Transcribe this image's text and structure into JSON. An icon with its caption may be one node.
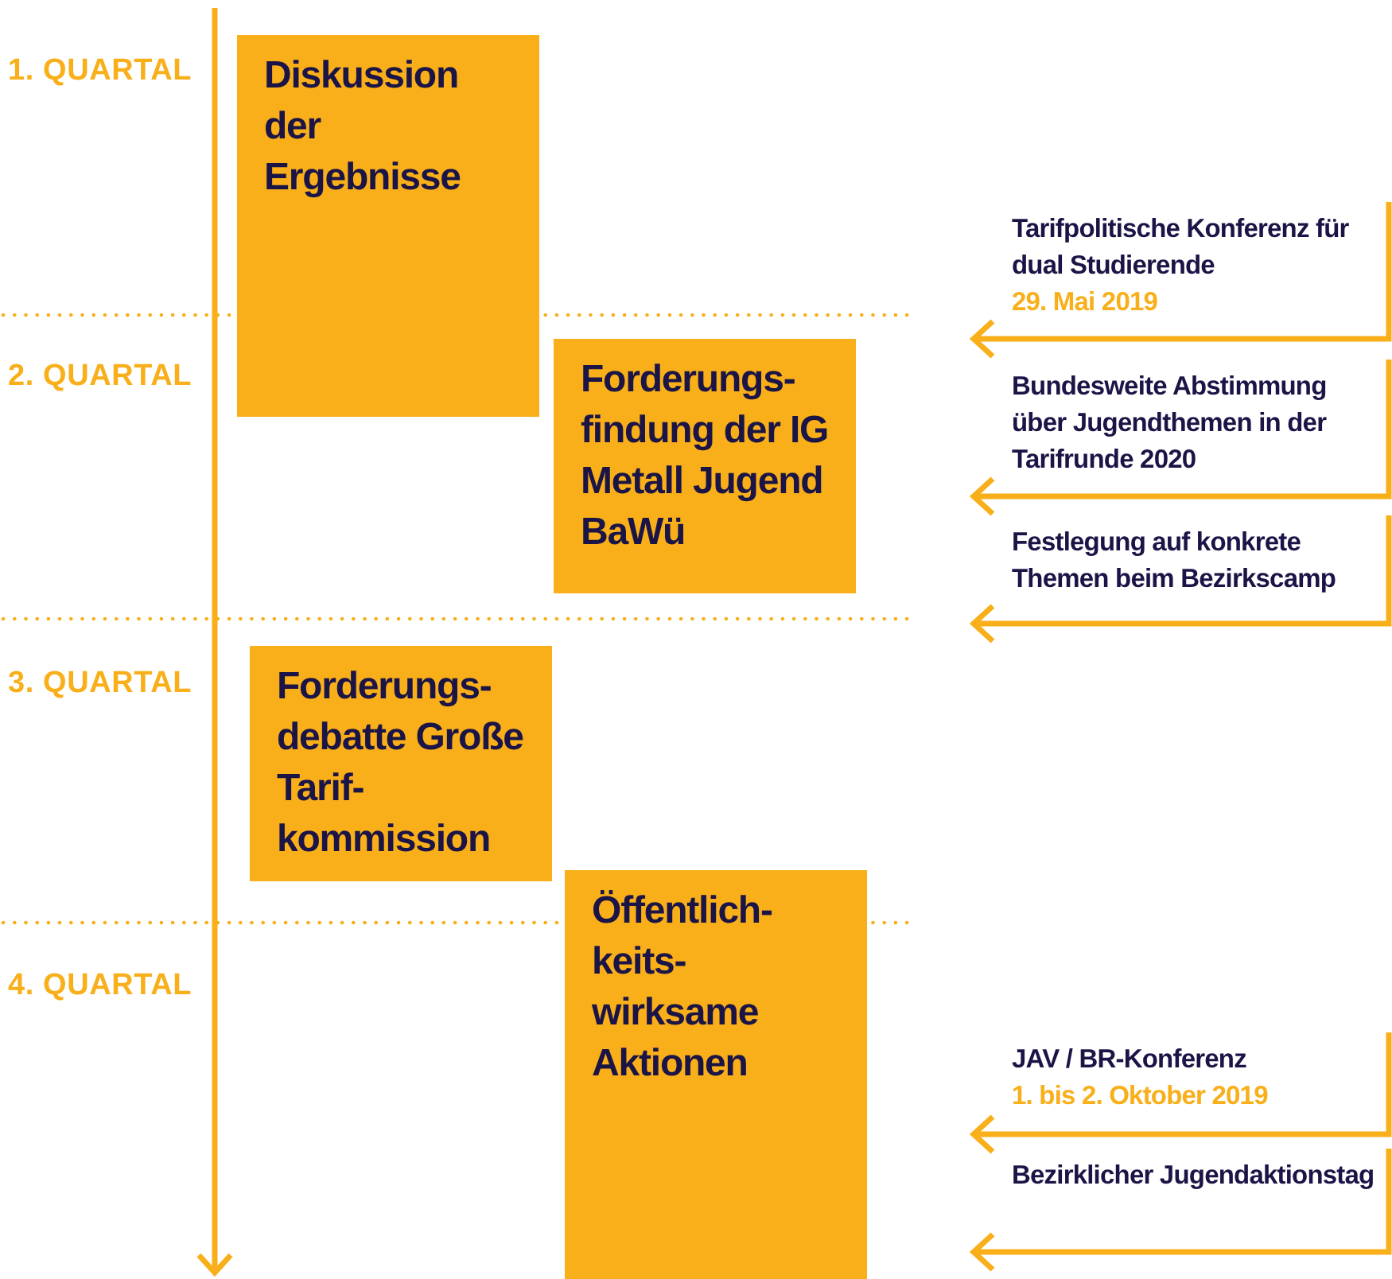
{
  "diagram": {
    "nodes": [
      {
        "text": [
          "Diskussion der Ergebnisse"
        ]
      },
      {
        "text": [
          "Forderungs-findung der IG Metall Jugend BaWü"
        ]
      },
      {
        "text": [
          "Forderungs-debatte Große Tarif-kommission"
        ]
      },
      {
        "text": [
          "Öffentlich-keits-wirksame Aktionen"
        ]
      },
      {
        "text": [
          "Tarifpolitische Konferenz für dual Studierende",
          "29. Mai 2019"
        ]
      },
      {
        "text": [
          "Bundesweite Abstimmung über Jugendthemen in der Tarifrunde 2020"
        ]
      },
      {
        "text": [
          "Festlegung auf konkrete Themen beim Bezirkscamp"
        ]
      },
      {
        "text": [
          "JAV / BR-Konferenz",
          "1. bis 2. Oktober 2019"
        ]
      },
      {
        "text": [
          "Bezirklicher Jugendaktionstag"
        ]
      }
    ],
    "edges": [],
    "labels": [
      "1. QUARTAL",
      "2. QUARTAL",
      "3. QUARTAL",
      "4. QUARTAL"
    ]
  }
}
